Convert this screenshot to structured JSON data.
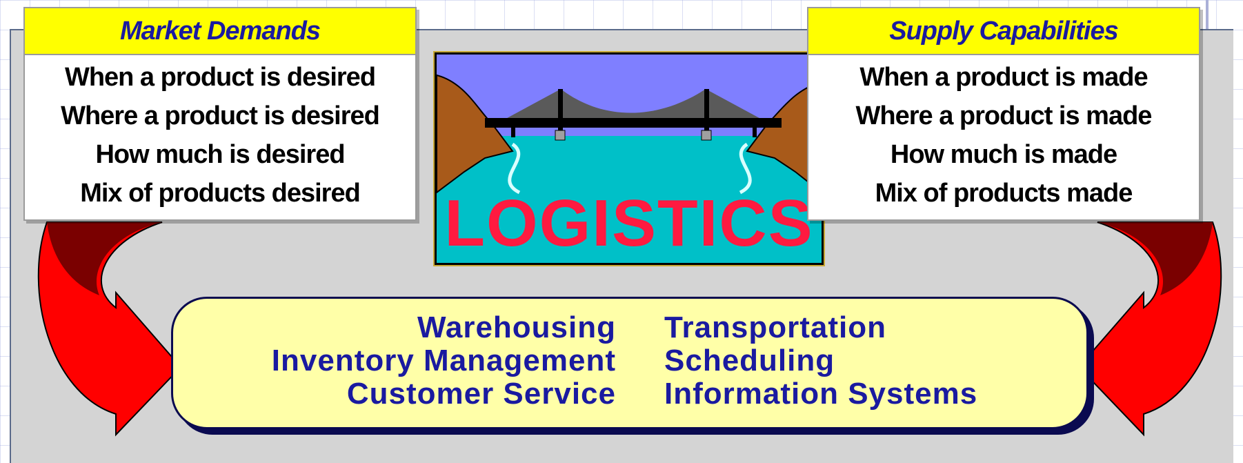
{
  "market": {
    "title": "Market Demands",
    "items": [
      "When a product is desired",
      "Where a product is desired",
      "How much is desired",
      "Mix of products desired"
    ]
  },
  "supply": {
    "title": "Supply Capabilities",
    "items": [
      "When a product is made",
      "Where a product is made",
      "How much is made",
      "Mix of products made"
    ]
  },
  "logo": {
    "text": "LOGISTICS"
  },
  "functions": {
    "left": [
      "Warehousing",
      "Inventory Management",
      "Customer Service"
    ],
    "right": [
      "Transportation",
      "Scheduling",
      "Information Systems"
    ]
  },
  "colors": {
    "header_yellow": "#ffff00",
    "heading_blue": "#1a1aa0",
    "arrow_red": "#ff0000",
    "arrow_dark_red": "#7a0000",
    "functions_fill": "#ffffa8",
    "logo_text": "#ff1a40"
  }
}
